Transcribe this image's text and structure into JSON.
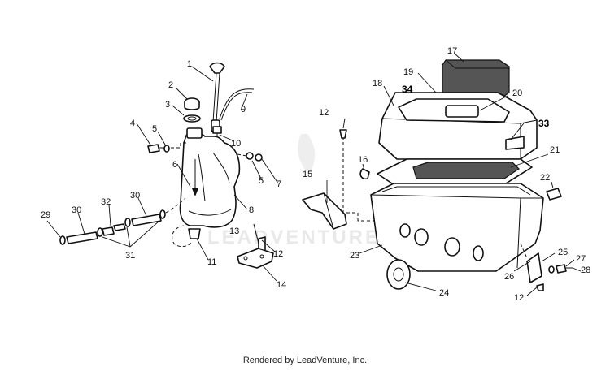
{
  "callouts": {
    "c1": "1",
    "c2": "2",
    "c3": "3",
    "c4": "4",
    "c5a": "5",
    "c5b": "5",
    "c6": "6",
    "c7": "7",
    "c8": "8",
    "c9": "9",
    "c10": "10",
    "c11": "11",
    "c12a": "12",
    "c12b": "12",
    "c12c": "12",
    "c13": "13",
    "c14": "14",
    "c15": "15",
    "c16": "16",
    "c17": "17",
    "c18": "18",
    "c19": "19",
    "c20": "20",
    "c21": "21",
    "c22": "22",
    "c23": "23",
    "c24": "24",
    "c25": "25",
    "c26": "26",
    "c27": "27",
    "c28": "28",
    "c29": "29",
    "c30a": "30",
    "c30b": "30",
    "c31": "31",
    "c32": "32",
    "c33": "33",
    "c34": "34"
  },
  "watermark": "LEADVENTURE",
  "footer": "Rendered by LeadVenture, Inc."
}
